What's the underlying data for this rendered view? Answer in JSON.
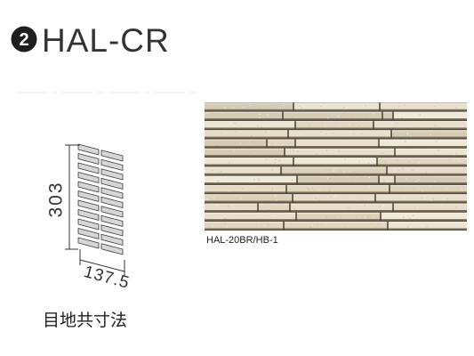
{
  "header": {
    "badge_number": "2",
    "series_name": "HAL-CR"
  },
  "dimension_drawing": {
    "height_label": "303",
    "width_label": "137.5"
  },
  "photo": {
    "caption": "HAL-20BR/HB-1"
  },
  "footer": {
    "joint_dimension_label": "目地共寸法"
  },
  "colors": {
    "badge": "#1e1e1e",
    "heading_text": "#333333",
    "tile_cream": "#e6dcc8",
    "tile_joint": "#4f4738"
  }
}
